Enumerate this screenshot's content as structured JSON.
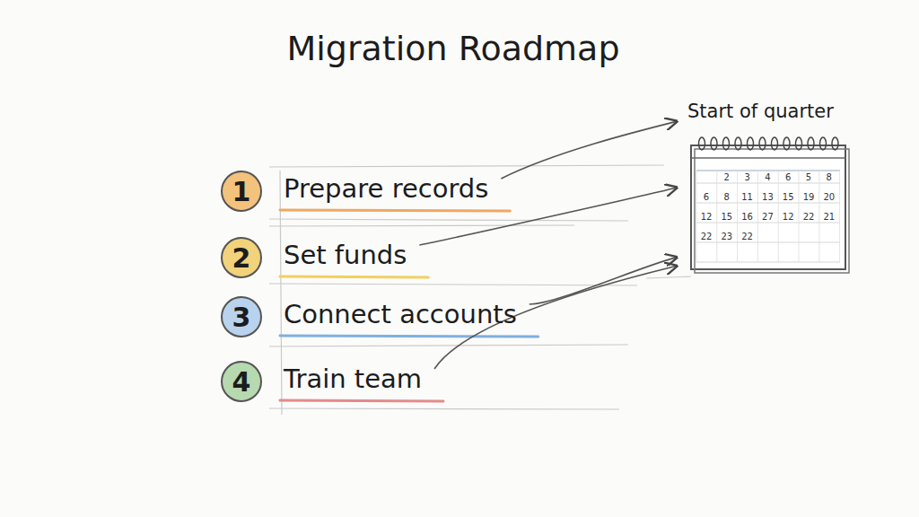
{
  "diagram": {
    "title": "Migration Roadmap",
    "nodes": [
      {
        "text": [
          "1",
          "Prepare records"
        ]
      },
      {
        "text": [
          "2",
          "Set funds"
        ]
      },
      {
        "text": [
          "3",
          "Connect accounts"
        ]
      },
      {
        "text": [
          "4",
          "Train team"
        ]
      },
      {
        "text": [
          "Start of quarter"
        ]
      }
    ],
    "edges": [
      {
        "from": 0,
        "to": 4,
        "arrow": "to"
      },
      {
        "from": 1,
        "to": 4,
        "arrow": "to"
      },
      {
        "from": 2,
        "to": 4,
        "arrow": "to"
      },
      {
        "from": 3,
        "to": 4,
        "arrow": "to"
      }
    ],
    "labels": [
      "2",
      "3",
      "4",
      "6",
      "5",
      "8",
      "6",
      "8",
      "11",
      "13",
      "15",
      "19",
      "20",
      "12",
      "15",
      "16",
      "27",
      "12",
      "22",
      "21",
      "22",
      "23",
      "22"
    ]
  }
}
